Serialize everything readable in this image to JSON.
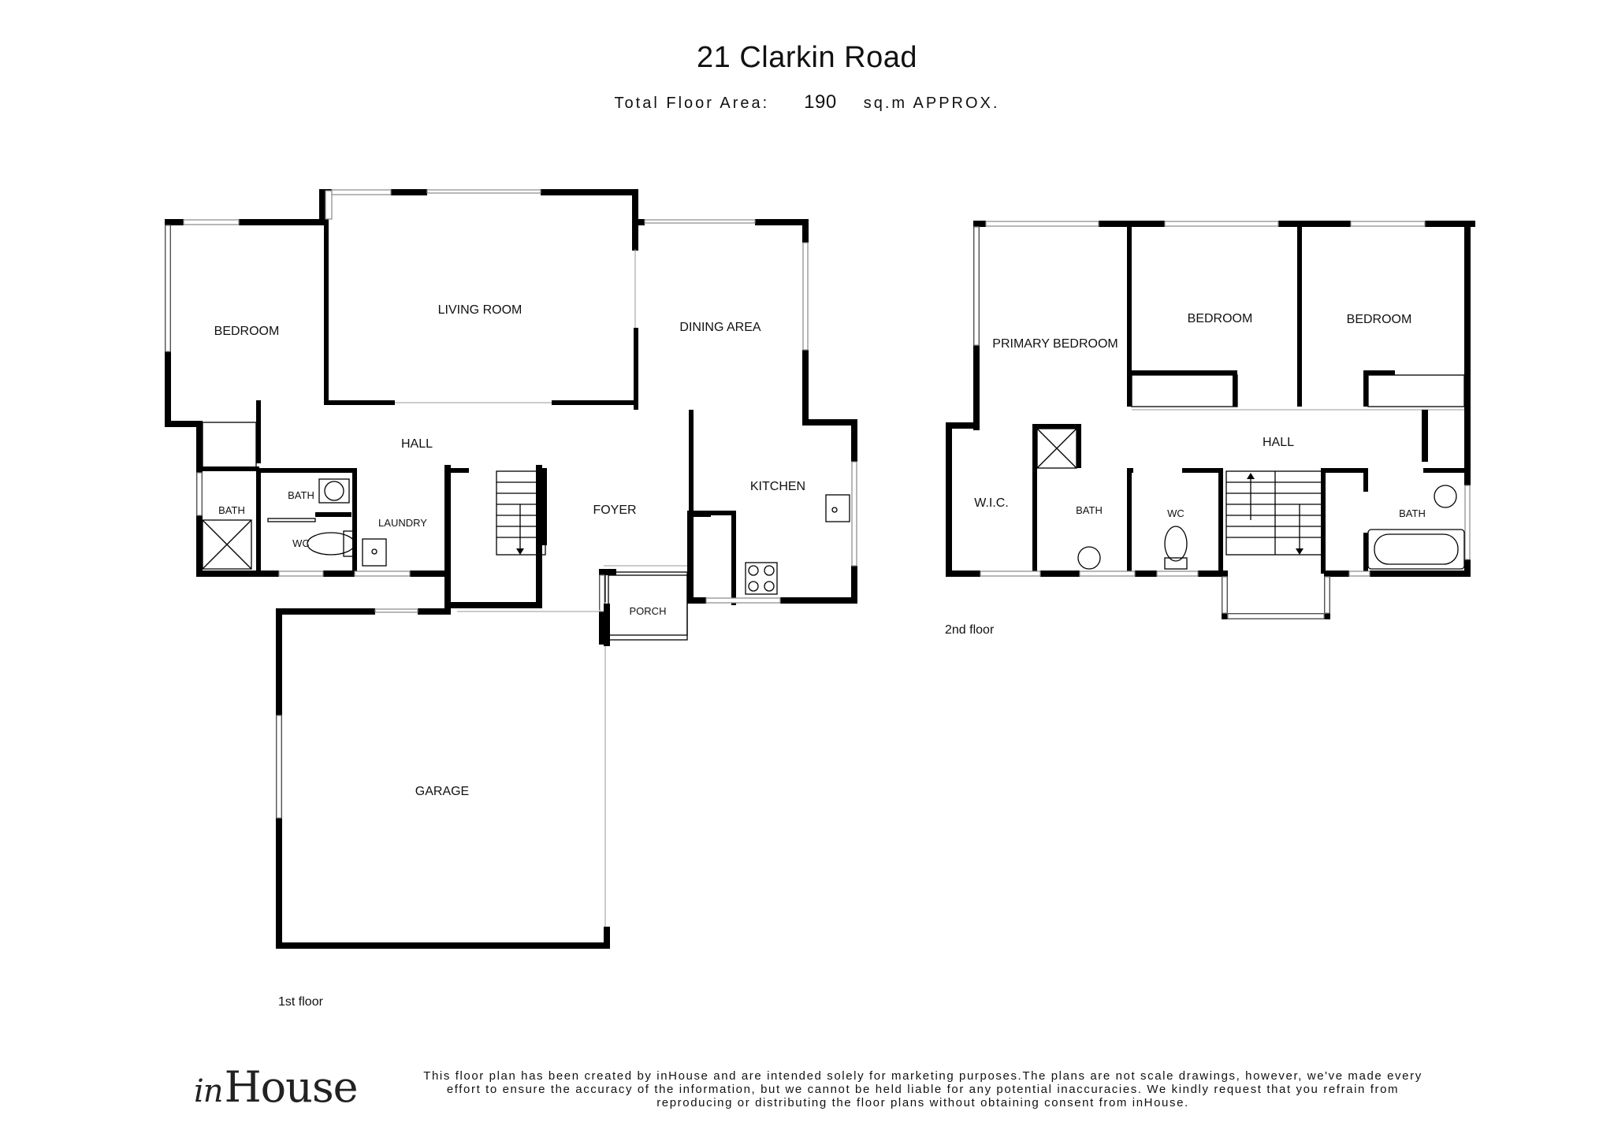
{
  "header": {
    "title": "21 Clarkin Road",
    "area_label": "Total Floor Area:",
    "area_value": "190",
    "area_unit": "sq.m APPROX."
  },
  "floors": [
    {
      "name": "1st floor",
      "rooms": [
        "BEDROOM",
        "LIVING ROOM",
        "DINING AREA",
        "HALL",
        "BATH",
        "BATH",
        "WC",
        "LAUNDRY",
        "FOYER",
        "KITCHEN",
        "PORCH",
        "GARAGE"
      ]
    },
    {
      "name": "2nd floor",
      "rooms": [
        "PRIMARY BEDROOM",
        "BEDROOM",
        "BEDROOM",
        "HALL",
        "W.I.C.",
        "BATH",
        "WC",
        "BATH"
      ]
    }
  ],
  "footer": {
    "logo_script": "in",
    "logo_text": "House",
    "disclaimer": "This floor plan has been created by inHouse and are intended solely for marketing purposes.The plans are not scale drawings, however, we've made every effort to ensure the accuracy of the information, but we cannot be held liable for any potential inaccuracies. We kindly request that you refrain from reproducing or distributing the floor plans without obtaining consent from inHouse."
  },
  "colors": {
    "wall": "#000000",
    "window": "#888888",
    "background": "#ffffff"
  }
}
